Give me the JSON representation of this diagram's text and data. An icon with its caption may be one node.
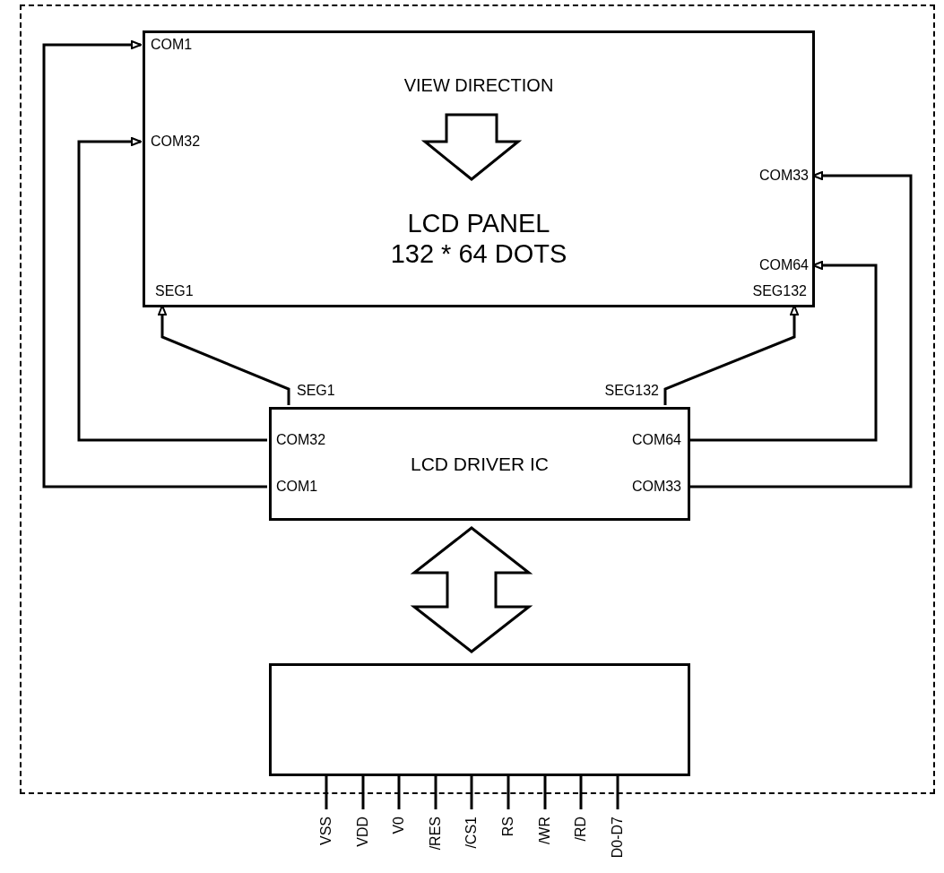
{
  "diagram": {
    "nodes": [
      {
        "text": [],
        "shape": "box"
      },
      {
        "text": [
          "VIEW DIRECTION",
          "LCD PANEL 132 * 64 DOTS"
        ],
        "in": 0
      },
      {
        "text": [
          "LCD DRIVER IC"
        ],
        "in": 0
      },
      {
        "text": [],
        "shape": "box",
        "in": 0
      }
    ],
    "edges": [
      {
        "from": 2,
        "to": 1,
        "arrow": "to"
      },
      {
        "from": 2,
        "to": 1,
        "arrow": "to"
      },
      {
        "from": 2,
        "to": 1,
        "arrow": "to"
      },
      {
        "from": 2,
        "to": 1,
        "arrow": "to"
      },
      {
        "from": 2,
        "to": 1,
        "arrow": "to"
      },
      {
        "from": 2,
        "to": 1,
        "arrow": "to"
      },
      {
        "from": 2,
        "to": 3,
        "arrow": "both",
        "style": "thick"
      }
    ],
    "labels": [
      "COM1",
      "COM32",
      "COM33",
      "COM64",
      "SEG1",
      "SEG132",
      "SEG1",
      "SEG132",
      "COM32",
      "COM64",
      "COM1",
      "COM33",
      "VSS",
      "VDD",
      "V0",
      "/RES",
      "/CS1",
      "RS",
      "/WR",
      "/RD",
      "D0-D7"
    ]
  }
}
